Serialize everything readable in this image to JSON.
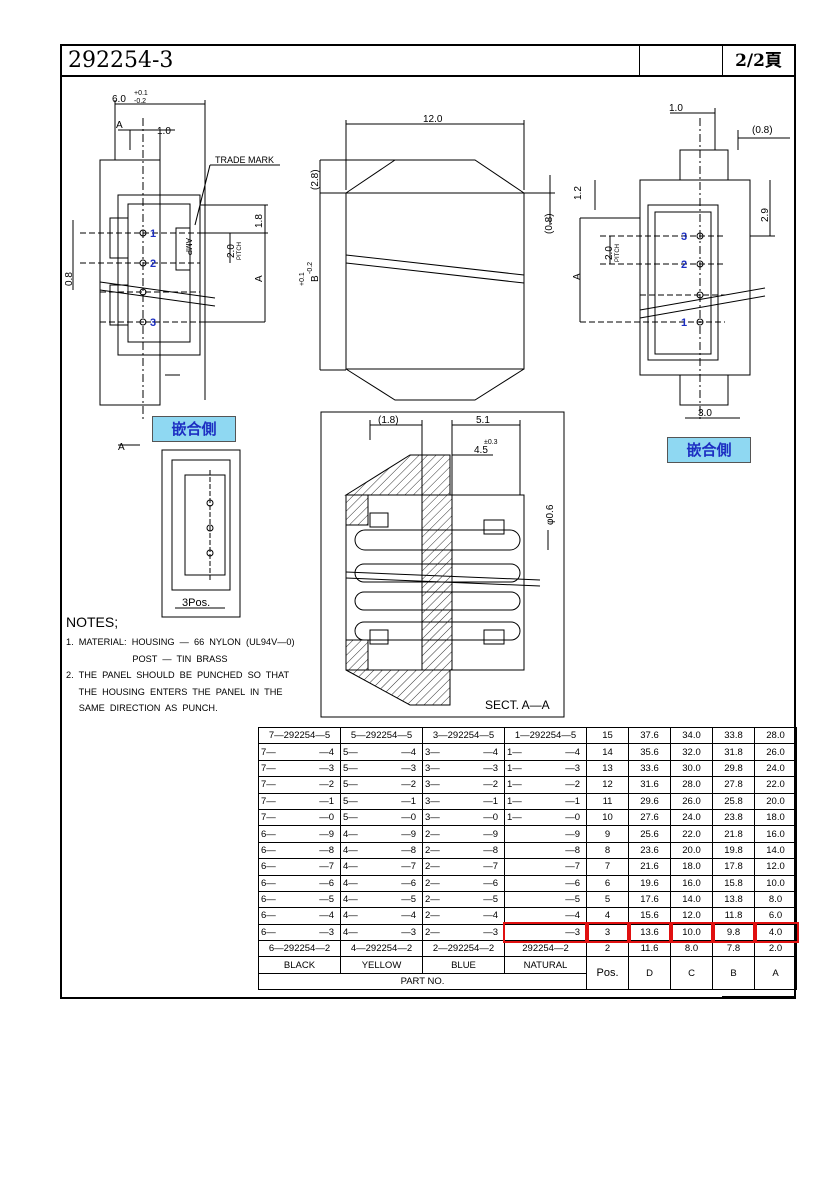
{
  "header": {
    "part_number": "292254-3",
    "page": "2/2頁"
  },
  "dims": {
    "width_tol": "+0.1",
    "width_base": "6.0",
    "width_tol_minus": "-0.2",
    "d_1_0": "1.0",
    "trade_mark": "TRADE MARK",
    "d_1_8": "1.8",
    "d_2_0": "2.0",
    "pitch": "PITCH",
    "a": "A",
    "d_0_8": "0.8",
    "d_12_0": "12.0",
    "d_2_8": "(2.8)",
    "b_tol": "+0.1",
    "b_base": "B",
    "b_minus": "-0.2",
    "d_0_8p": "(0.8)",
    "d_1_2": "1.2",
    "d_2_9": "2.9",
    "d_3_0": "3.0",
    "d_1_8p": "(1.8)",
    "d_5_1": "5.1",
    "d_4_5": "4.5",
    "d_4_5_tol": "±0.3",
    "phi06": "φ0.6",
    "pos1": "1",
    "pos2": "2",
    "pos3": "3",
    "amp": "AMP",
    "three_pos": "3Pos."
  },
  "labels": {
    "mating_side_left": "嵌合側",
    "mating_side_right": "嵌合側",
    "section": "SECT. A—A"
  },
  "notes": {
    "title": "NOTES;",
    "lines": [
      "1.  MATERIAL:  HOUSING  —  66  NYLON  (UL94V—0)",
      "                          POST  —  TIN  BRASS",
      "2.  THE  PANEL  SHOULD  BE  PUNCHED  SO  THAT",
      "     THE  HOUSING  ENTERS  THE  PANEL  IN  THE",
      "     SAME  DIRECTION  AS  PUNCH."
    ]
  },
  "table": {
    "rows": [
      {
        "black": [
          "7—292254—5",
          ""
        ],
        "yellow": [
          "5—292254—5",
          ""
        ],
        "blue": [
          "3—292254—5",
          ""
        ],
        "natural": [
          "1—292254—5",
          ""
        ],
        "pos": "15",
        "d": "37.6",
        "c": "34.0",
        "b": "33.8",
        "a": "28.0"
      },
      {
        "black": [
          "7—",
          "—4"
        ],
        "yellow": [
          "5—",
          "—4"
        ],
        "blue": [
          "3—",
          "—4"
        ],
        "natural": [
          "1—",
          "—4"
        ],
        "pos": "14",
        "d": "35.6",
        "c": "32.0",
        "b": "31.8",
        "a": "26.0"
      },
      {
        "black": [
          "7—",
          "—3"
        ],
        "yellow": [
          "5—",
          "—3"
        ],
        "blue": [
          "3—",
          "—3"
        ],
        "natural": [
          "1—",
          "—3"
        ],
        "pos": "13",
        "d": "33.6",
        "c": "30.0",
        "b": "29.8",
        "a": "24.0"
      },
      {
        "black": [
          "7—",
          "—2"
        ],
        "yellow": [
          "5—",
          "—2"
        ],
        "blue": [
          "3—",
          "—2"
        ],
        "natural": [
          "1—",
          "—2"
        ],
        "pos": "12",
        "d": "31.6",
        "c": "28.0",
        "b": "27.8",
        "a": "22.0"
      },
      {
        "black": [
          "7—",
          "—1"
        ],
        "yellow": [
          "5—",
          "—1"
        ],
        "blue": [
          "3—",
          "—1"
        ],
        "natural": [
          "1—",
          "—1"
        ],
        "pos": "11",
        "d": "29.6",
        "c": "26.0",
        "b": "25.8",
        "a": "20.0"
      },
      {
        "black": [
          "7—",
          "—0"
        ],
        "yellow": [
          "5—",
          "—0"
        ],
        "blue": [
          "3—",
          "—0"
        ],
        "natural": [
          "1—",
          "—0"
        ],
        "pos": "10",
        "d": "27.6",
        "c": "24.0",
        "b": "23.8",
        "a": "18.0"
      },
      {
        "black": [
          "6—",
          "—9"
        ],
        "yellow": [
          "4—",
          "—9"
        ],
        "blue": [
          "2—",
          "—9"
        ],
        "natural": [
          "",
          "—9"
        ],
        "pos": "9",
        "d": "25.6",
        "c": "22.0",
        "b": "21.8",
        "a": "16.0"
      },
      {
        "black": [
          "6—",
          "—8"
        ],
        "yellow": [
          "4—",
          "—8"
        ],
        "blue": [
          "2—",
          "—8"
        ],
        "natural": [
          "",
          "—8"
        ],
        "pos": "8",
        "d": "23.6",
        "c": "20.0",
        "b": "19.8",
        "a": "14.0"
      },
      {
        "black": [
          "6—",
          "—7"
        ],
        "yellow": [
          "4—",
          "—7"
        ],
        "blue": [
          "2—",
          "—7"
        ],
        "natural": [
          "",
          "—7"
        ],
        "pos": "7",
        "d": "21.6",
        "c": "18.0",
        "b": "17.8",
        "a": "12.0"
      },
      {
        "black": [
          "6—",
          "—6"
        ],
        "yellow": [
          "4—",
          "—6"
        ],
        "blue": [
          "2—",
          "—6"
        ],
        "natural": [
          "",
          "—6"
        ],
        "pos": "6",
        "d": "19.6",
        "c": "16.0",
        "b": "15.8",
        "a": "10.0"
      },
      {
        "black": [
          "6—",
          "—5"
        ],
        "yellow": [
          "4—",
          "—5"
        ],
        "blue": [
          "2—",
          "—5"
        ],
        "natural": [
          "",
          "—5"
        ],
        "pos": "5",
        "d": "17.6",
        "c": "14.0",
        "b": "13.8",
        "a": "8.0"
      },
      {
        "black": [
          "6—",
          "—4"
        ],
        "yellow": [
          "4—",
          "—4"
        ],
        "blue": [
          "2—",
          "—4"
        ],
        "natural": [
          "",
          "—4"
        ],
        "pos": "4",
        "d": "15.6",
        "c": "12.0",
        "b": "11.8",
        "a": "6.0"
      },
      {
        "black": [
          "6—",
          "—3"
        ],
        "yellow": [
          "4—",
          "—3"
        ],
        "blue": [
          "2—",
          "—3"
        ],
        "natural": [
          "",
          "—3"
        ],
        "pos": "3",
        "d": "13.6",
        "c": "10.0",
        "b": "9.8",
        "a": "4.0"
      },
      {
        "black": [
          "6—292254—2",
          ""
        ],
        "yellow": [
          "4—292254—2",
          ""
        ],
        "blue": [
          "2—292254—2",
          ""
        ],
        "natural": [
          "292254—2",
          ""
        ],
        "pos": "2",
        "d": "11.6",
        "c": "8.0",
        "b": "7.8",
        "a": "2.0"
      }
    ],
    "color_headers": [
      "BLACK",
      "YELLOW",
      "BLUE",
      "NATURAL"
    ],
    "pos_header": "Pos.",
    "dim_headers": [
      "D",
      "C",
      "B",
      "A"
    ],
    "part_no_label": "PART NO.",
    "highlight_color": "#e01010"
  }
}
